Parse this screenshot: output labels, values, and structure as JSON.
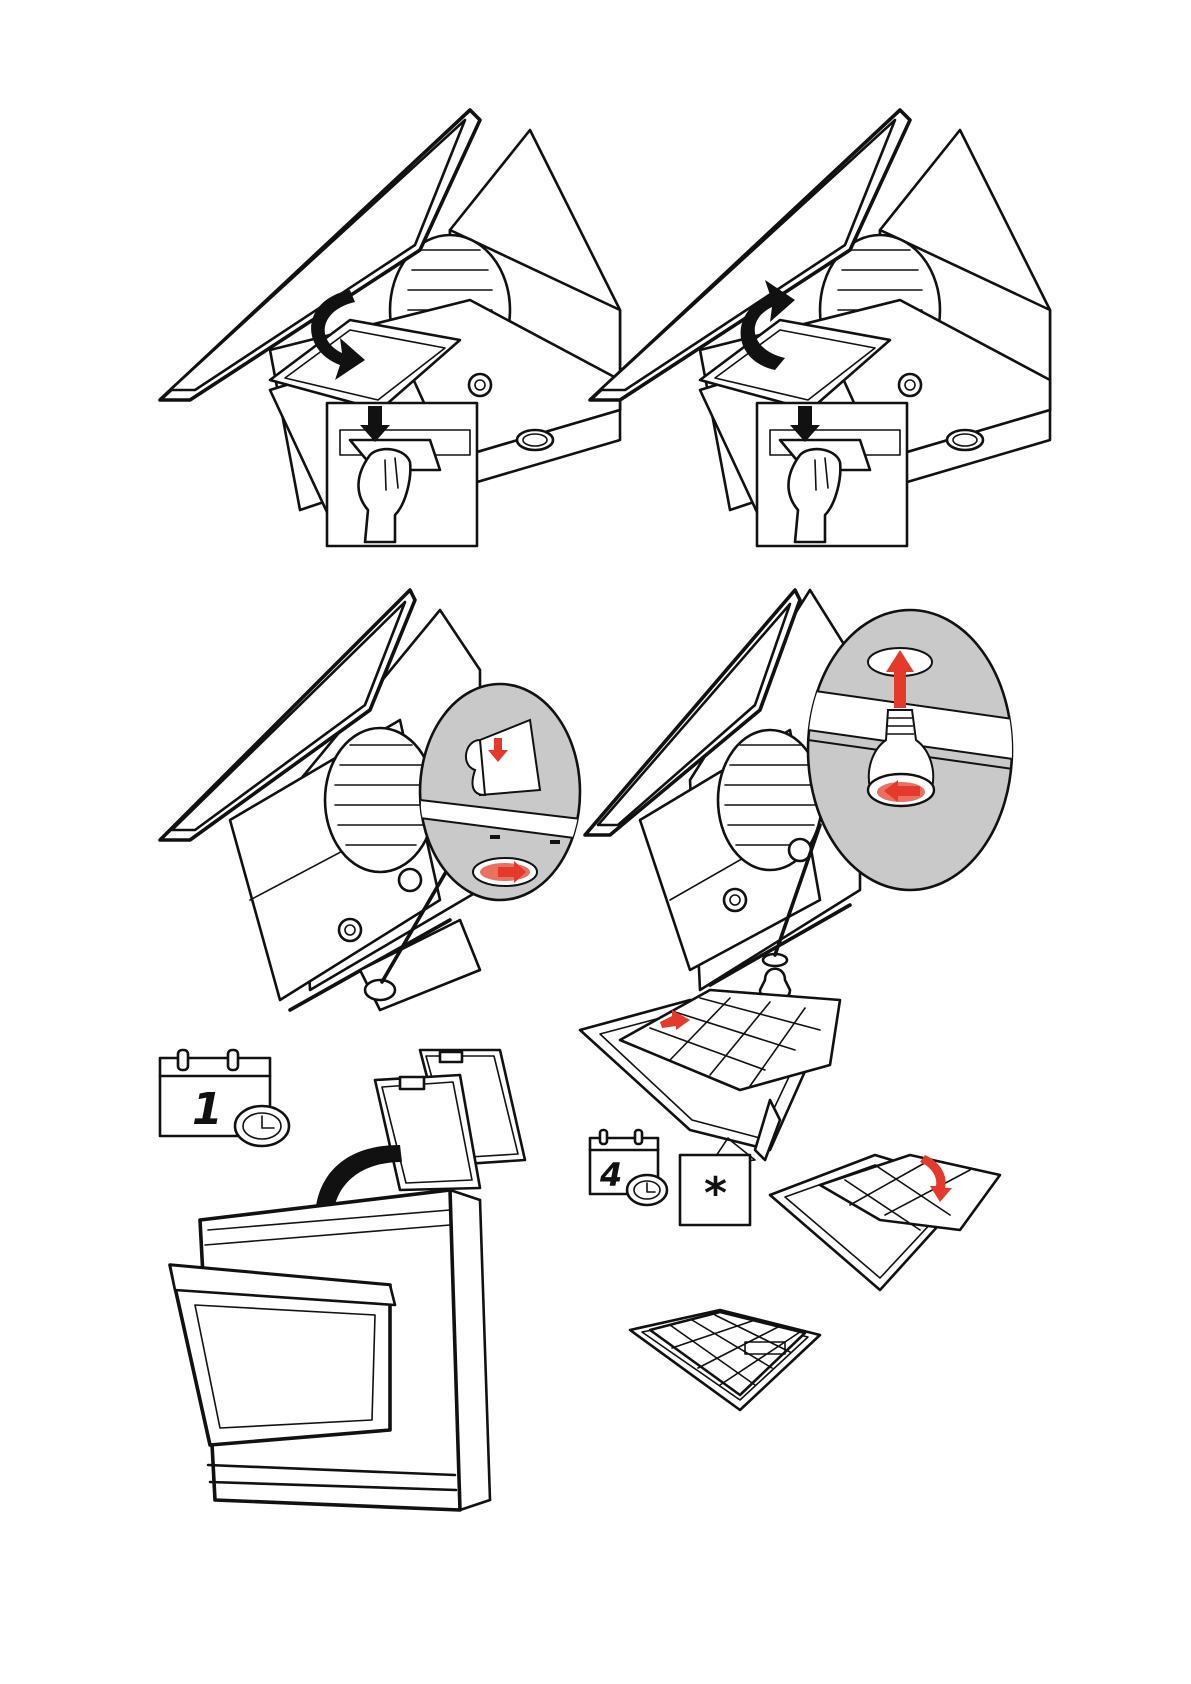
{
  "colors": {
    "line": "#111111",
    "zoom_background": "#c9c9c9",
    "accent_arrow": "#e33a2c",
    "page": "#ffffff"
  },
  "steps": [
    {
      "name": "filter-open-step",
      "icons": [
        "hood-icon",
        "hinged-panel-icon",
        "curved-arrow-down-icon",
        "hand-latch-icon"
      ]
    },
    {
      "name": "filter-close-step",
      "icons": [
        "hood-icon",
        "hinged-panel-icon",
        "curved-arrow-up-icon",
        "hand-latch-icon"
      ]
    },
    {
      "name": "light-cover-step",
      "icons": [
        "hood-icon",
        "zoom-circle-icon",
        "red-arrow-icon"
      ]
    },
    {
      "name": "bulb-replace-step",
      "icons": [
        "hood-icon",
        "zoom-circle-icon",
        "bulb-icon",
        "red-arrow-icon"
      ]
    }
  ],
  "maintenance": {
    "grease_filter_interval": "1",
    "carbon_filter_interval": "4",
    "carbon_filter_note_symbol": "*"
  }
}
